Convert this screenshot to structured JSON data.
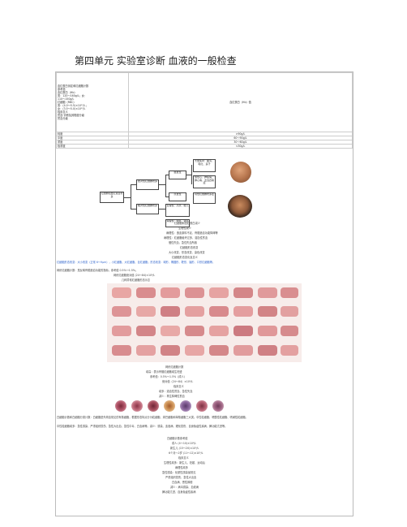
{
  "page_title": "第四单元 实验室诊断 血液的一般检查",
  "table": {
    "left_block": [
      "血红蛋白测定和红细胞计数",
      "参考值",
      "血红蛋白（Hb）",
      "男：120～160g/L；女：",
      "110～150g/L",
      "红细胞（RBC）",
      "男：(4.0～5.5)×10¹²/L；",
      "女：(3.5～5.0)×10¹²/L",
      "临床意义",
      "贫血·诊断及其程度分级",
      "贫血分级"
    ],
    "right_header": "血红蛋白（Hb）值",
    "rows": [
      {
        "label": "轻度",
        "value": ">90g/L"
      },
      {
        "label": "中度",
        "value": "60～90g/L"
      },
      {
        "label": "重度",
        "value": "30～60g/L"
      },
      {
        "label": "极重度",
        "value": "<30g/L"
      }
    ]
  },
  "diagram": {
    "root": "红细胞和血红蛋白增多",
    "relative": "相对性红细胞增多",
    "absolute": "绝对性红细胞增多",
    "primary": "原发性",
    "secondary": "继发性",
    "r1": "大量失水：腹泻、呕吐、多汗",
    "r2": "慢性心、肺疾病：肺心病、法洛四联症",
    "r3": "真性红细胞增多症",
    "r4": "生理性：高原、胎儿",
    "r5": "病理性：缺氧、肾癌"
  },
  "mid_lines": [
    "红细胞和血红蛋白减少",
    "生理性减少",
    "病理性：造血原料不足、骨髓造血功能障碍等",
    "病理性：红细胞破坏过多、溶血性贫血",
    "慢性失血、急性失血所致",
    "红细胞形态改变",
    "大小改变、形态改变、染色改变",
    "红细胞形态变化及意义"
  ],
  "long_line_1": "红细胞形态改变：大小改变（正常 6～9μm），小红细胞、大红细胞、巨红细胞；形态改变：球形、椭圆形、靶形、镰形、口形红细胞等。",
  "long_line_2": "网织红细胞计数：是反映骨髓造血功能的指标。参考值 0.5%～1.5%。",
  "long_line_3": "网织红细胞绝对值 (24～84)×10⁹/L",
  "caption_1": "几种异常红细胞形态示意",
  "lower_lines": [
    "网织红细胞计数",
    "增高：表示骨髓红细胞增生旺盛",
    "参考值：0.5%～1.5%（成人）",
    "绝对值（24～84）×10⁹/L",
    "临床意义",
    "增多：溶血性贫血、急性失血",
    "减少：再生障碍性贫血"
  ],
  "para_1": "白细胞计数和白细胞分类计数：白细胞是外周血常见的有核细胞，根据形态特点分为粒细胞、淋巴细胞和单核细胞三大类。中性粒细胞、嗜酸性粒细胞、嗜碱性粒细胞。",
  "para_2": "中性粒细胞增多：急性感染、严重组织损伤、急性大出血、急性中毒、白血病等。减少：感染、血液病、理化损伤、自身免疫性疾病、脾功能亢进等。",
  "bottom_lines": [
    "白细胞计数参考值",
    "成人 (4～10)×10⁹/L",
    "新生儿 (15～20)×10⁹/L",
    "6个月～2岁 (11～12)×10⁹/L",
    "临床意义",
    "生理性增多：新生儿、妊娠、运动后",
    "病理性增多",
    "急性感染：化脓性感染最常见",
    "严重组织损伤、急性大出血",
    "白血病、恶性肿瘤",
    "减少：病毒感染、血液病",
    "脾功能亢进、自身免疫性疾病"
  ]
}
